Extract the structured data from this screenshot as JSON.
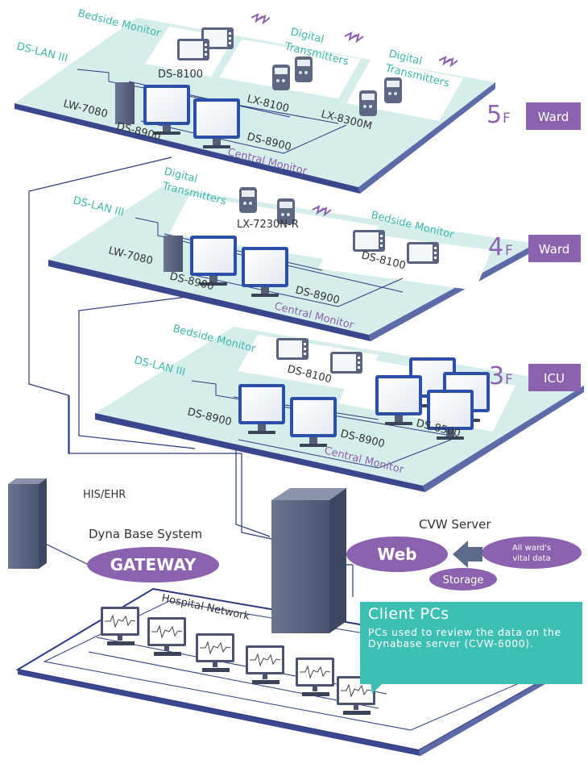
{
  "floors": [
    {
      "number": "5",
      "suffix": "F",
      "type": "Ward"
    },
    {
      "number": "4",
      "suffix": "F",
      "type": "Ward"
    },
    {
      "number": "3",
      "suffix": "F",
      "type": "ICU"
    }
  ],
  "labels": {
    "f5": {
      "bedside": "Bedside Monitor",
      "dslan": "DS-LAN III",
      "ds8100": "DS-8100",
      "digital_a1": "Digital",
      "digital_a2": "Transmitters",
      "lx8100": "LX-8100",
      "digital_b1": "Digital",
      "digital_b2": "Transmitters",
      "lx8300": "LX-8300M",
      "lw7080": "LW-7080",
      "ds8900a": "DS-8900",
      "ds8900b": "DS-8900",
      "central": "Central Monitor"
    },
    "f4": {
      "digital1": "Digital",
      "digital2": "Transmitters",
      "lx7230": "LX-7230N-R",
      "dslan": "DS-LAN III",
      "bedside": "Bedside Monitor",
      "lw7080": "LW-7080",
      "ds8100": "DS-8100",
      "ds8900a": "DS-8900",
      "ds8900b": "DS-8900",
      "central": "Central Monitor"
    },
    "f3": {
      "bedside": "Bedside Monitor",
      "dslan": "DS-LAN III",
      "ds8100": "DS-8100",
      "ds8900a": "DS-8900",
      "ds8500": "DS-8500",
      "ds8900b": "DS-8900",
      "central": "Central Monitor"
    },
    "his": "HIS/EHR",
    "dyna": "Dyna Base System",
    "gateway": "GATEWAY",
    "cvw_server": "CVW Server",
    "web": "Web",
    "vital1": "All ward's",
    "vital2": "vital data",
    "storage": "Storage",
    "hospital_network": "Hospital Network"
  },
  "callout": {
    "title": "Client PCs",
    "description": "PCs used to review the data on the Dynabase server (CVW-6000)."
  },
  "colors": {
    "teal": "#3fb7ad",
    "floor": "#d5eeec",
    "purple": "#8a62ad",
    "navy": "#2c3a84",
    "callout": "#3ebfb3"
  }
}
